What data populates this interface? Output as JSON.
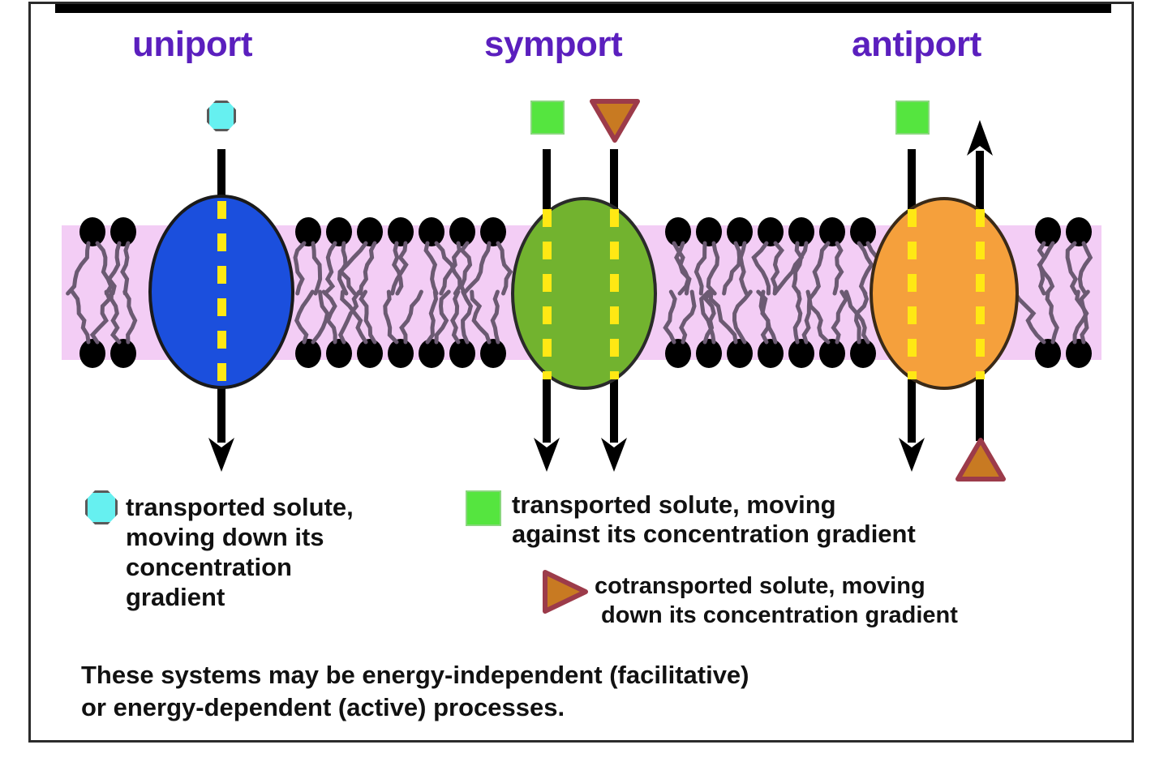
{
  "figure": {
    "colors": {
      "title_purple": "#5b1fbe",
      "membrane_pink": "#f3cdf5",
      "uniport_blue": "#1b4fdd",
      "symport_green": "#72b32f",
      "antiport_orange": "#f5a03c",
      "channel_yellow": "#ffe814",
      "solute_cyan": "#66f0f0",
      "solute_green": "#55e53f",
      "cotransport_brown": "#c87a22",
      "cotransport_outline": "#9c3b4a",
      "text_black": "#111111"
    }
  },
  "titles": {
    "uniport": "uniport",
    "symport": "symport",
    "antiport": "antiport"
  },
  "transporters": [
    {
      "id": "uniport",
      "label": "uniport",
      "color": "#1b4fdd",
      "channels": 1,
      "solutes": [
        {
          "shape": "hexagon",
          "color": "#66f0f0",
          "direction": "down",
          "position": "above-membrane"
        }
      ]
    },
    {
      "id": "symport",
      "label": "symport",
      "color": "#72b32f",
      "channels": 2,
      "solutes": [
        {
          "shape": "square",
          "color": "#55e53f",
          "direction": "down",
          "position": "above-membrane"
        },
        {
          "shape": "triangle-down",
          "color": "#c87a22",
          "direction": "down",
          "position": "above-membrane"
        }
      ]
    },
    {
      "id": "antiport",
      "label": "antiport",
      "color": "#f5a03c",
      "channels": 2,
      "solutes": [
        {
          "shape": "square",
          "color": "#55e53f",
          "direction": "down",
          "position": "above-membrane"
        },
        {
          "shape": "triangle-up",
          "color": "#c87a22",
          "direction": "up",
          "position": "below-membrane"
        }
      ]
    }
  ],
  "legend": {
    "items": [
      {
        "marker": "cyan-hexagon",
        "marker_color": "#66f0f0",
        "text": "transported solute,\nmoving down its\nconcentration\ngradient"
      },
      {
        "marker": "green-square",
        "marker_color": "#55e53f",
        "text": "transported solute, moving\nagainst its concentration gradient"
      },
      {
        "marker": "brown-triangle",
        "marker_color": "#c87a22",
        "text": "cotransported solute, moving\n down its concentration gradient"
      }
    ]
  },
  "caption": {
    "text": "These systems may be energy-independent (facilitative)\nor energy-dependent (active) processes."
  }
}
